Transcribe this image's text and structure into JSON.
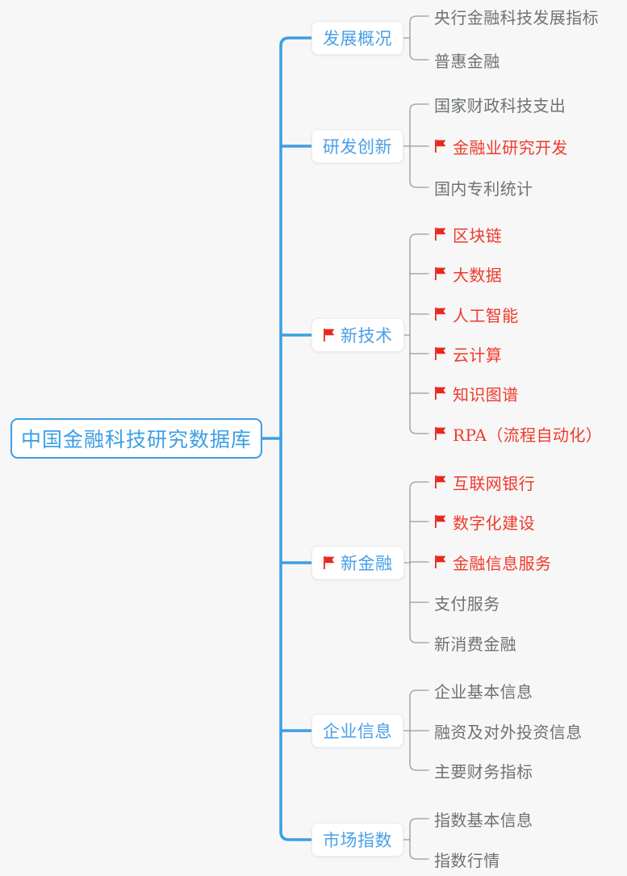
{
  "diagram": {
    "type": "mindmap",
    "title": "中国金融科技研究数据库",
    "background_color": "#f7f7f7",
    "colors": {
      "root_border": "#3c9fe4",
      "root_text": "#3c9fe4",
      "branch_text": "#4a9fe8",
      "trunk_line": "#3c9fe4",
      "sub_line": "#9a9a9a",
      "leaf_gray": "#6e7275",
      "leaf_red": "#f0392b",
      "flag": "#e8281e"
    },
    "root": {
      "label": "中国金融科技研究数据库",
      "flag": false
    },
    "branches": [
      {
        "label": "发展概况",
        "flag": false,
        "children": [
          {
            "label": "央行金融科技发展指标",
            "flag": false,
            "highlighted": false
          },
          {
            "label": "普惠金融",
            "flag": false,
            "highlighted": false
          }
        ]
      },
      {
        "label": "研发创新",
        "flag": false,
        "children": [
          {
            "label": "国家财政科技支出",
            "flag": false,
            "highlighted": false
          },
          {
            "label": "金融业研究开发",
            "flag": true,
            "highlighted": true
          },
          {
            "label": "国内专利统计",
            "flag": false,
            "highlighted": false
          }
        ]
      },
      {
        "label": "新技术",
        "flag": true,
        "children": [
          {
            "label": "区块链",
            "flag": true,
            "highlighted": true
          },
          {
            "label": "大数据",
            "flag": true,
            "highlighted": true
          },
          {
            "label": "人工智能",
            "flag": true,
            "highlighted": true
          },
          {
            "label": "云计算",
            "flag": true,
            "highlighted": true
          },
          {
            "label": "知识图谱",
            "flag": true,
            "highlighted": true
          },
          {
            "label": "RPA（流程自动化）",
            "flag": true,
            "highlighted": true
          }
        ]
      },
      {
        "label": "新金融",
        "flag": true,
        "children": [
          {
            "label": "互联网银行",
            "flag": true,
            "highlighted": true
          },
          {
            "label": "数字化建设",
            "flag": true,
            "highlighted": true
          },
          {
            "label": "金融信息服务",
            "flag": true,
            "highlighted": true
          },
          {
            "label": "支付服务",
            "flag": false,
            "highlighted": false
          },
          {
            "label": "新消费金融",
            "flag": false,
            "highlighted": false
          }
        ]
      },
      {
        "label": "企业信息",
        "flag": false,
        "children": [
          {
            "label": "企业基本信息",
            "flag": false,
            "highlighted": false
          },
          {
            "label": "融资及对外投资信息",
            "flag": false,
            "highlighted": false
          },
          {
            "label": "主要财务指标",
            "flag": false,
            "highlighted": false
          }
        ]
      },
      {
        "label": "市场指数",
        "flag": false,
        "children": [
          {
            "label": "指数基本信息",
            "flag": false,
            "highlighted": false
          },
          {
            "label": "指数行情",
            "flag": false,
            "highlighted": false
          }
        ]
      }
    ]
  }
}
